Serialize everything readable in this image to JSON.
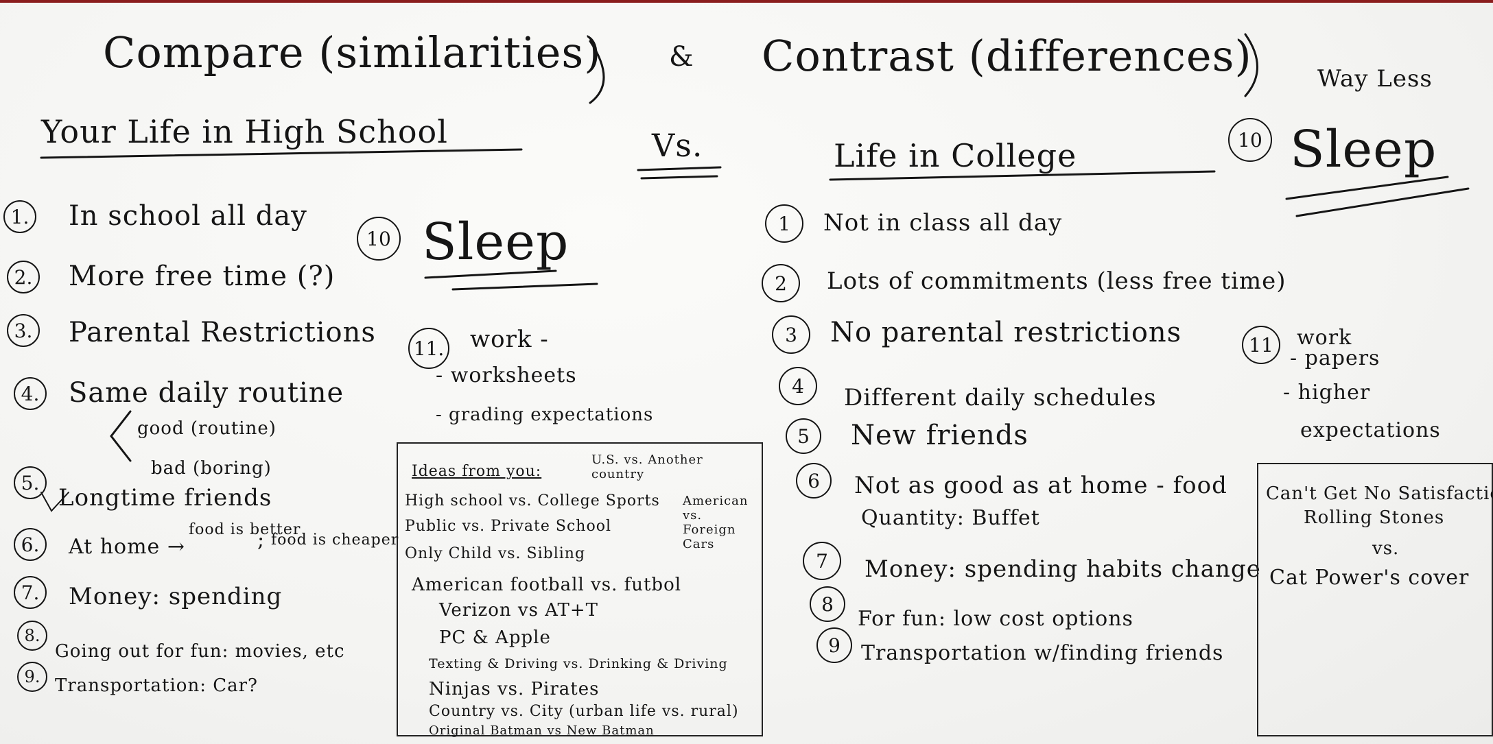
{
  "title": {
    "compare": "Compare (similarities)",
    "amp": "&",
    "contrast": "Contrast (differences)"
  },
  "left": {
    "heading": "Your Life in High School",
    "items": [
      {
        "n": "1.",
        "text": "In school all day"
      },
      {
        "n": "2.",
        "text": "More free time (?)"
      },
      {
        "n": "3.",
        "text": "Parental Restrictions"
      },
      {
        "n": "4.",
        "text": "Same daily routine"
      },
      {
        "n": "5.",
        "text": "Longtime friends"
      },
      {
        "n": "6.",
        "text": "At home →"
      },
      {
        "n": "7.",
        "text": "Money: spending"
      },
      {
        "n": "8.",
        "text": "Going out for fun: movies, etc"
      },
      {
        "n": "9.",
        "text": "Transportation: Car?"
      }
    ],
    "routine_good": "good (routine)",
    "routine_bad": "bad (boring)",
    "food_better": "food is better",
    "food_cheaper": "food is cheaper",
    "semi": ";",
    "sleep_n": "10",
    "sleep": "Sleep",
    "work_n": "11.",
    "work": [
      "work -",
      "- worksheets",
      "- grading expectations"
    ]
  },
  "vs": "Vs.",
  "right": {
    "heading": "Life in College",
    "items": [
      {
        "n": "1",
        "text": "Not in class all day"
      },
      {
        "n": "2",
        "text": "Lots of commitments (less free time)"
      },
      {
        "n": "3",
        "text": "No parental restrictions"
      },
      {
        "n": "4",
        "text": "Different daily schedules"
      },
      {
        "n": "5",
        "text": "New friends"
      },
      {
        "n": "6",
        "text": "Not as good as at home - food"
      },
      {
        "n": "",
        "text": "Quantity: Buffet"
      },
      {
        "n": "7",
        "text": "Money: spending habits change"
      },
      {
        "n": "8",
        "text": "For fun: low cost options"
      },
      {
        "n": "9",
        "text": "Transportation w/finding friends"
      }
    ],
    "sleep_n": "10",
    "sleep": "Sleep",
    "sleep_note": "Way Less",
    "work_n": "11",
    "work": [
      "work",
      "- papers",
      "- higher",
      "expectations"
    ]
  },
  "ideas": {
    "heading": "Ideas from you:",
    "corner": "U.S. vs. Another country",
    "items": [
      "High school vs. College Sports",
      "Public vs. Private School",
      "Only Child vs. Sibling",
      "American football vs. futbol",
      "Verizon vs AT+T",
      "PC & Apple",
      "Texting & Driving vs. Drinking & Driving",
      "Ninjas vs. Pirates",
      "Country vs. City (urban life vs. rural)",
      "Original Batman vs New Batman"
    ],
    "side": "American vs. Foreign Cars"
  },
  "music": {
    "line1": "Can't Get No Satisfaction",
    "line2": "Rolling Stones",
    "vs": "vs.",
    "line3": "Cat Power's cover"
  },
  "colors": {
    "ink": "#151515",
    "board": "#f6f6f4",
    "frame": "#8a1d1d"
  }
}
